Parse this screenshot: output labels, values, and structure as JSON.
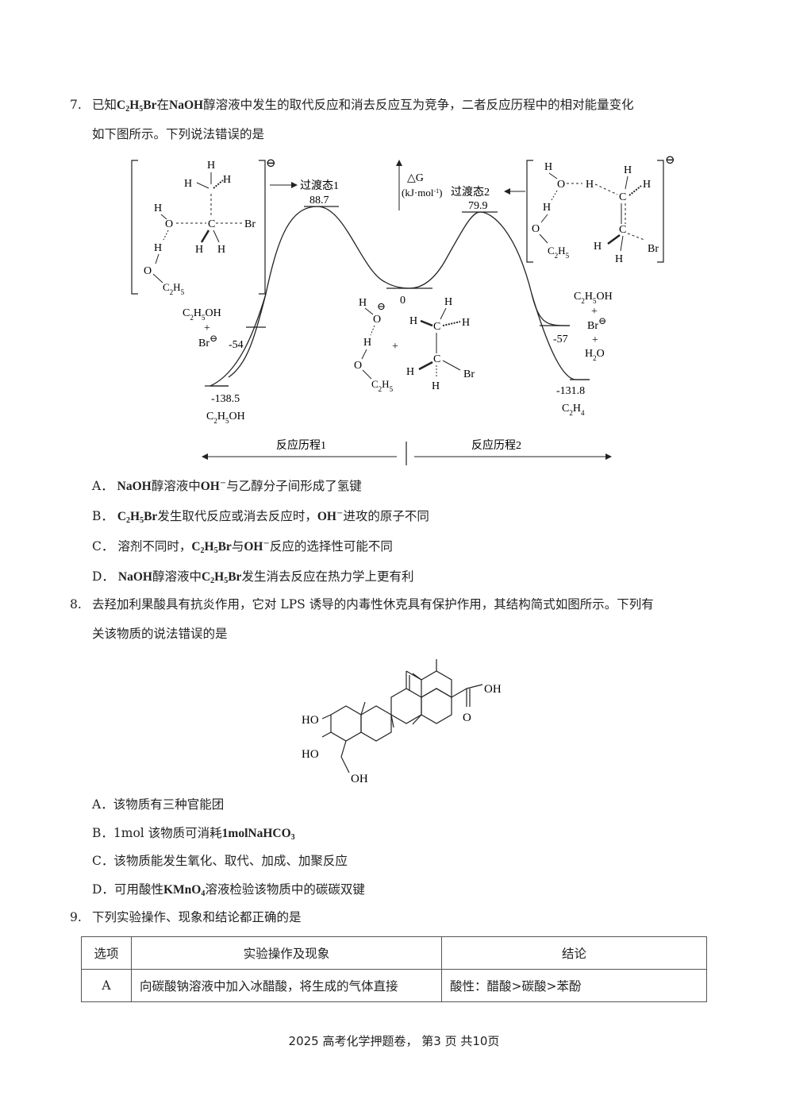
{
  "q7": {
    "number": "7.",
    "s1": "已知",
    "reactant": {
      "a": "C",
      "b": "2",
      "c": "H",
      "d": "5",
      "e": "Br"
    },
    "s2": "在",
    "base": "NaOH",
    "s3": "醇溶液中发生的取代反应和消去反应互为竞争，二者反应历程中的相对能量变化",
    "line2": "如下图所示。下列说法错误的是",
    "diagram": {
      "ts1_label": "过渡态1",
      "ts1_value": "88.7",
      "ts2_label": "过渡态2",
      "ts2_value": "79.9",
      "dg_label": "△G",
      "unit_label": "(kJ·mol",
      "unit_sup": "-1",
      "unit_close": ")",
      "zero_value": "0",
      "left_upper_value": "-54",
      "left_lower_value": "-138.5",
      "right_upper_value": "-57",
      "right_lower_value": "-131.8",
      "left_upper_products": [
        "C2H5OH",
        "+",
        "Br"
      ],
      "left_lower_product": "C2H5OH",
      "right_upper_products": [
        "C2H5OH",
        "+",
        "Br",
        "+",
        "H2O"
      ],
      "right_lower_product": "C2H4",
      "path1": "反应历程1",
      "path2": "反应历程2",
      "atoms": {
        "H": "H",
        "C": "C",
        "O": "O",
        "Br": "Br",
        "plus": "+",
        "minus": "⊖"
      }
    },
    "optA": {
      "letter": "A．",
      "chem": "NaOH",
      "t1": "醇溶液中",
      "oh": "OH",
      "t2": "与乙醇分子间形成了氢键"
    },
    "optB": {
      "letter": "B．",
      "t1": "发生取代反应或消去反应时，",
      "oh": "OH",
      "t2": "进攻的原子不同"
    },
    "optC": {
      "letter": "C．",
      "t1": "溶剂不同时，",
      "t2": "与",
      "oh": "OH",
      "t3": "反应的选择性可能不同"
    },
    "optD": {
      "letter": "D．",
      "chem": "NaOH",
      "t1": "醇溶液中",
      "t2": "发生消去反应在热力学上更有利"
    }
  },
  "q8": {
    "number": "8.",
    "line1": "去羟加利果酸具有抗炎作用，它对 LPS 诱导的内毒性休克具有保护作用，其结构简式如图所示。下列有",
    "line2": "关该物质的说法错误的是",
    "structure": {
      "oh_top": "OH",
      "o": "O",
      "ho1": "HO",
      "ho2": "HO",
      "oh_bottom": "OH"
    },
    "optA": {
      "letter": "A．",
      "t1": "该物质有三种官能团"
    },
    "optB": {
      "letter": "B．",
      "t1": "1mol 该物质可消耗",
      "chem": "1molNaHCO",
      "sub": "3"
    },
    "optC": {
      "letter": "C．",
      "t1": "该物质能发生氧化、取代、加成、加聚反应"
    },
    "optD": {
      "letter": "D．",
      "t1": "可用酸性",
      "chem": "KMnO",
      "sub": "4",
      "t2": "溶液检验该物质中的碳碳双键"
    }
  },
  "q9": {
    "number": "9.",
    "line1": "下列实验操作、现象和结论都正确的是",
    "table": {
      "headers": [
        "选项",
        "实验操作及现象",
        "结论"
      ],
      "rows": [
        [
          "A",
          "向碳酸钠溶液中加入冰醋酸，将生成的气体直接",
          "酸性：醋酸>碳酸>苯酚"
        ]
      ]
    }
  },
  "footer": "2025 高考化学押题卷， 第3 页  共10页"
}
